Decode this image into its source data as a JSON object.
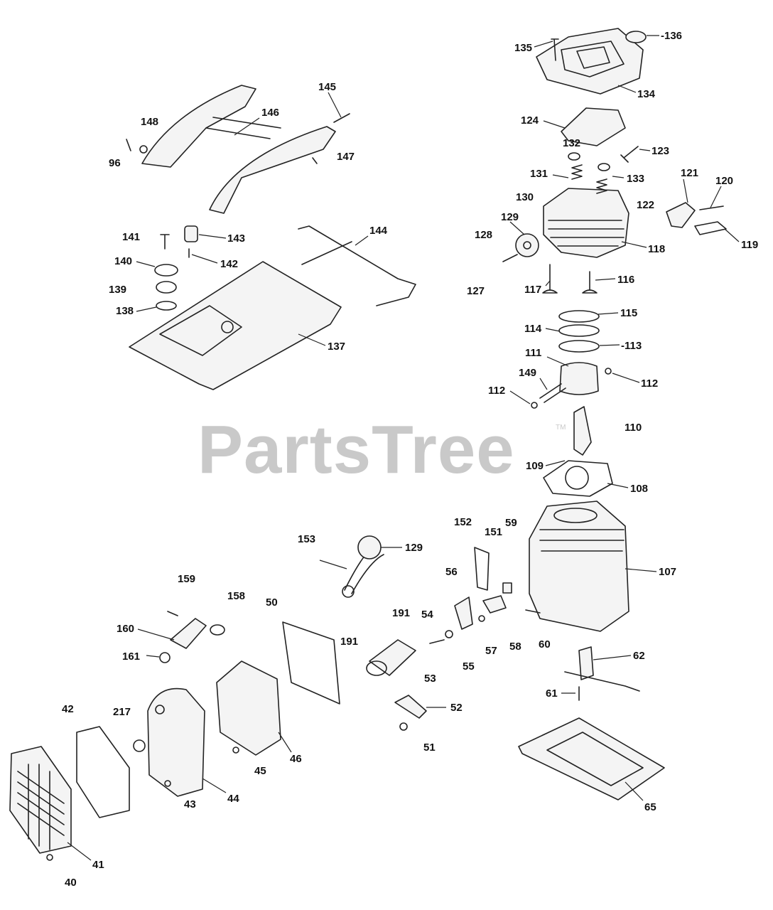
{
  "watermark": {
    "text": "PartsTree",
    "tm": "TM"
  },
  "callouts": [
    {
      "id": "c-135",
      "label": "135"
    },
    {
      "id": "c-136",
      "label": "-136"
    },
    {
      "id": "c-134",
      "label": "134"
    },
    {
      "id": "c-145",
      "label": "145"
    },
    {
      "id": "c-146",
      "label": "146"
    },
    {
      "id": "c-148",
      "label": "148"
    },
    {
      "id": "c-96",
      "label": "96"
    },
    {
      "id": "c-147",
      "label": "147"
    },
    {
      "id": "c-124",
      "label": "124"
    },
    {
      "id": "c-132",
      "label": "132"
    },
    {
      "id": "c-123",
      "label": "123"
    },
    {
      "id": "c-131",
      "label": "131"
    },
    {
      "id": "c-133",
      "label": "133"
    },
    {
      "id": "c-121",
      "label": "121"
    },
    {
      "id": "c-120",
      "label": "120"
    },
    {
      "id": "c-130",
      "label": "130"
    },
    {
      "id": "c-122",
      "label": "122"
    },
    {
      "id": "c-119",
      "label": "119"
    },
    {
      "id": "c-129a",
      "label": "129"
    },
    {
      "id": "c-128",
      "label": "128"
    },
    {
      "id": "c-118",
      "label": "118"
    },
    {
      "id": "c-141",
      "label": "141"
    },
    {
      "id": "c-143",
      "label": "143"
    },
    {
      "id": "c-144",
      "label": "144"
    },
    {
      "id": "c-142",
      "label": "142"
    },
    {
      "id": "c-140",
      "label": "140"
    },
    {
      "id": "c-139",
      "label": "139"
    },
    {
      "id": "c-138",
      "label": "138"
    },
    {
      "id": "c-137",
      "label": "137"
    },
    {
      "id": "c-127",
      "label": "127"
    },
    {
      "id": "c-117",
      "label": "117"
    },
    {
      "id": "c-116",
      "label": "116"
    },
    {
      "id": "c-115",
      "label": "115"
    },
    {
      "id": "c-114",
      "label": "114"
    },
    {
      "id": "c-113",
      "label": "-113"
    },
    {
      "id": "c-111",
      "label": "111"
    },
    {
      "id": "c-149",
      "label": "149"
    },
    {
      "id": "c-112a",
      "label": "112"
    },
    {
      "id": "c-112b",
      "label": "112"
    },
    {
      "id": "c-110",
      "label": "110"
    },
    {
      "id": "c-109",
      "label": "109"
    },
    {
      "id": "c-108",
      "label": "108"
    },
    {
      "id": "c-152",
      "label": "152"
    },
    {
      "id": "c-151",
      "label": "151"
    },
    {
      "id": "c-59",
      "label": "59"
    },
    {
      "id": "c-153",
      "label": "153"
    },
    {
      "id": "c-129b",
      "label": "129"
    },
    {
      "id": "c-107",
      "label": "107"
    },
    {
      "id": "c-56",
      "label": "56"
    },
    {
      "id": "c-159",
      "label": "159"
    },
    {
      "id": "c-158",
      "label": "158"
    },
    {
      "id": "c-50",
      "label": "50"
    },
    {
      "id": "c-191a",
      "label": "191"
    },
    {
      "id": "c-54",
      "label": "54"
    },
    {
      "id": "c-160",
      "label": "160"
    },
    {
      "id": "c-191b",
      "label": "191"
    },
    {
      "id": "c-57",
      "label": "57"
    },
    {
      "id": "c-58",
      "label": "58"
    },
    {
      "id": "c-60",
      "label": "60"
    },
    {
      "id": "c-55",
      "label": "55"
    },
    {
      "id": "c-161",
      "label": "161"
    },
    {
      "id": "c-62",
      "label": "62"
    },
    {
      "id": "c-53",
      "label": "53"
    },
    {
      "id": "c-61",
      "label": "61"
    },
    {
      "id": "c-42",
      "label": "42"
    },
    {
      "id": "c-217",
      "label": "217"
    },
    {
      "id": "c-52",
      "label": "52"
    },
    {
      "id": "c-51",
      "label": "51"
    },
    {
      "id": "c-46",
      "label": "46"
    },
    {
      "id": "c-45",
      "label": "45"
    },
    {
      "id": "c-44",
      "label": "44"
    },
    {
      "id": "c-43",
      "label": "43"
    },
    {
      "id": "c-65",
      "label": "65"
    },
    {
      "id": "c-41",
      "label": "41"
    },
    {
      "id": "c-40",
      "label": "40"
    }
  ]
}
